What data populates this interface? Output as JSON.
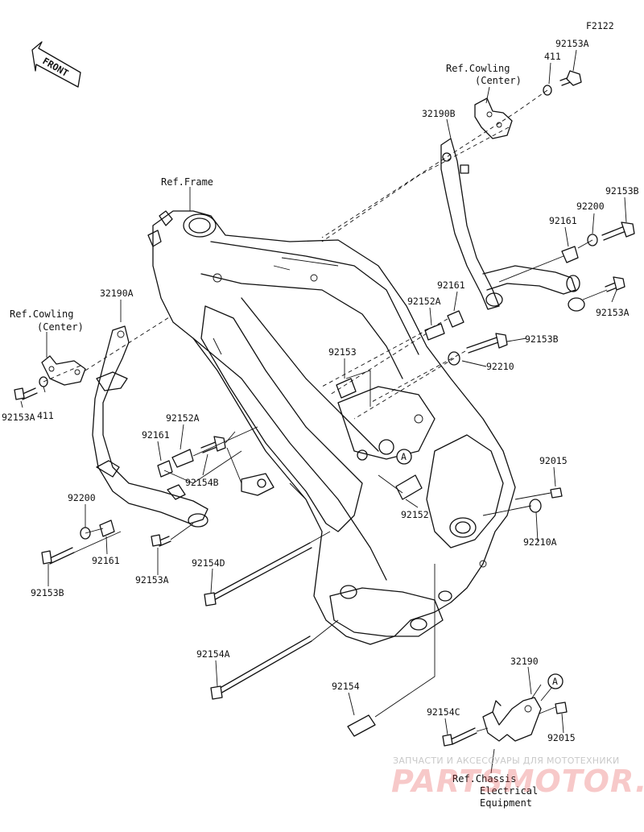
{
  "figure_code": "F2122",
  "front_label": "FRONT",
  "refs": {
    "cowling_right": [
      "Ref.Cowling",
      "(Center)"
    ],
    "cowling_left": [
      "Ref.Cowling",
      "(Center)"
    ],
    "frame": "Ref.Frame",
    "chassis": [
      "Ref.Chassis",
      "Electrical",
      "Equipment"
    ]
  },
  "parts": {
    "p411_r": "411",
    "p92153A_tr": "92153A",
    "p32190B": "32190B",
    "p92153B_r": "92153B",
    "p92200_r": "92200",
    "p92161_r1": "92161",
    "p92161_r2": "92161",
    "p92152A_r": "92152A",
    "p92153A_r": "92153A",
    "p92153B_r2": "92153B",
    "p92153": "92153",
    "p92210": "92210",
    "p32190A": "32190A",
    "p411_l": "411",
    "p92153A_l": "92153A",
    "p92152A_l": "92152A",
    "p92161_l1": "92161",
    "p92154B": "92154B",
    "p92200_l": "92200",
    "p92161_l2": "92161",
    "p92153A_l2": "92153A",
    "p92153B_l": "92153B",
    "p92154D": "92154D",
    "p92152": "92152",
    "p92015_r": "92015",
    "p92210A": "92210A",
    "p92154A": "92154A",
    "p32190": "32190",
    "p92154": "92154",
    "p92154C": "92154C",
    "p92015_b": "92015",
    "ref_A_mid": "A",
    "ref_A_bot": "A"
  },
  "watermark": {
    "tagline": "ЗАПЧАСТИ И АКСЕССУАРЫ ДЛЯ МОТОТЕХНИКИ",
    "logo": "PARTSMOTOR.RU"
  }
}
